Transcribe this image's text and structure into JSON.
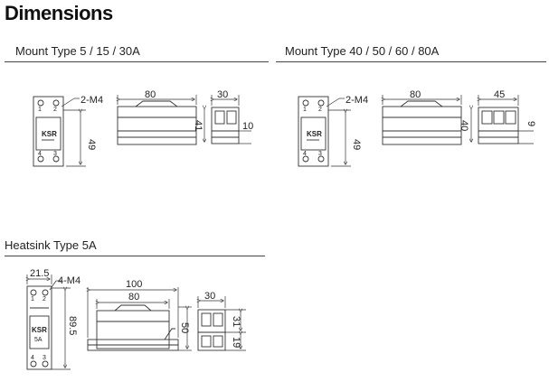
{
  "title": "Dimensions",
  "sections": [
    {
      "label": "Mount Type 5 / 15 / 30A"
    },
    {
      "label": "Mount Type 40 / 50 / 60 / 80A"
    },
    {
      "label": "Heatsink Type 5A"
    }
  ],
  "mount_small": {
    "hole_label": "2-M4",
    "front_height": "49",
    "top_width": "80",
    "side_depth": "30",
    "side_height": "41",
    "bottom_h": "10",
    "pin_1": "1",
    "pin_2": "2",
    "pin_3": "3",
    "pin_4": "4",
    "logo": "KSR"
  },
  "mount_large": {
    "hole_label": "2-M4",
    "front_height": "49",
    "top_width": "80",
    "side_depth": "45",
    "side_height": "40",
    "bottom_h": "9",
    "pin_1": "1",
    "pin_2": "2",
    "pin_3": "3",
    "pin_4": "4",
    "logo": "KSR"
  },
  "heatsink": {
    "front_width": "21.5",
    "hole_label": "4-M4",
    "front_height": "89.5",
    "logo": "KSR",
    "rating": "5A",
    "overall_width": "100",
    "body_width": "80",
    "side_height": "50",
    "side_depth": "30",
    "upper_h": "31",
    "lower_h": "19",
    "pin_1": "1",
    "pin_2": "2",
    "pin_3": "3",
    "pin_4": "4"
  }
}
